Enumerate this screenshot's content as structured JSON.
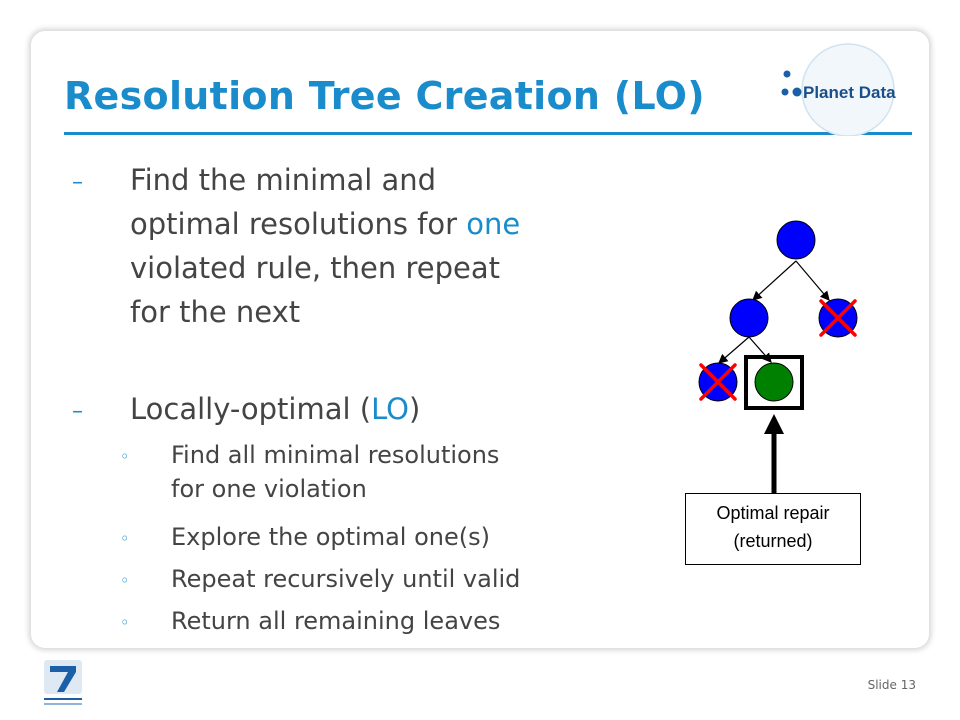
{
  "slide": {
    "title": "Resolution Tree Creation (LO)",
    "logo_text": "Planet Data",
    "bullets": [
      {
        "marker": "–",
        "lines": [
          "Find the minimal and",
          "optimal resolutions for ",
          "one",
          "violated rule, then repeat",
          "for the next"
        ]
      },
      {
        "marker": "–",
        "text_pre": "Locally-optimal (",
        "text_hl": "LO",
        "text_post": ")",
        "sub": [
          {
            "marker": "◦",
            "lines": [
              "Find all minimal resolutions",
              "for one violation"
            ]
          },
          {
            "marker": "◦",
            "lines": [
              "Explore the optimal one(s)"
            ]
          },
          {
            "marker": "◦",
            "lines": [
              "Repeat recursively until valid"
            ]
          },
          {
            "marker": "◦",
            "lines": [
              "Return all remaining leaves"
            ]
          }
        ]
      }
    ],
    "annotation": {
      "line1": "Optimal repair",
      "line2": "(returned)"
    },
    "footer": {
      "label": "Slide",
      "number": "13"
    }
  },
  "colors": {
    "accent": "#1a8ccc",
    "body_text": "#444444",
    "node_blue": "#0000ff",
    "node_green": "#008000",
    "cross_red": "#ff0000"
  }
}
